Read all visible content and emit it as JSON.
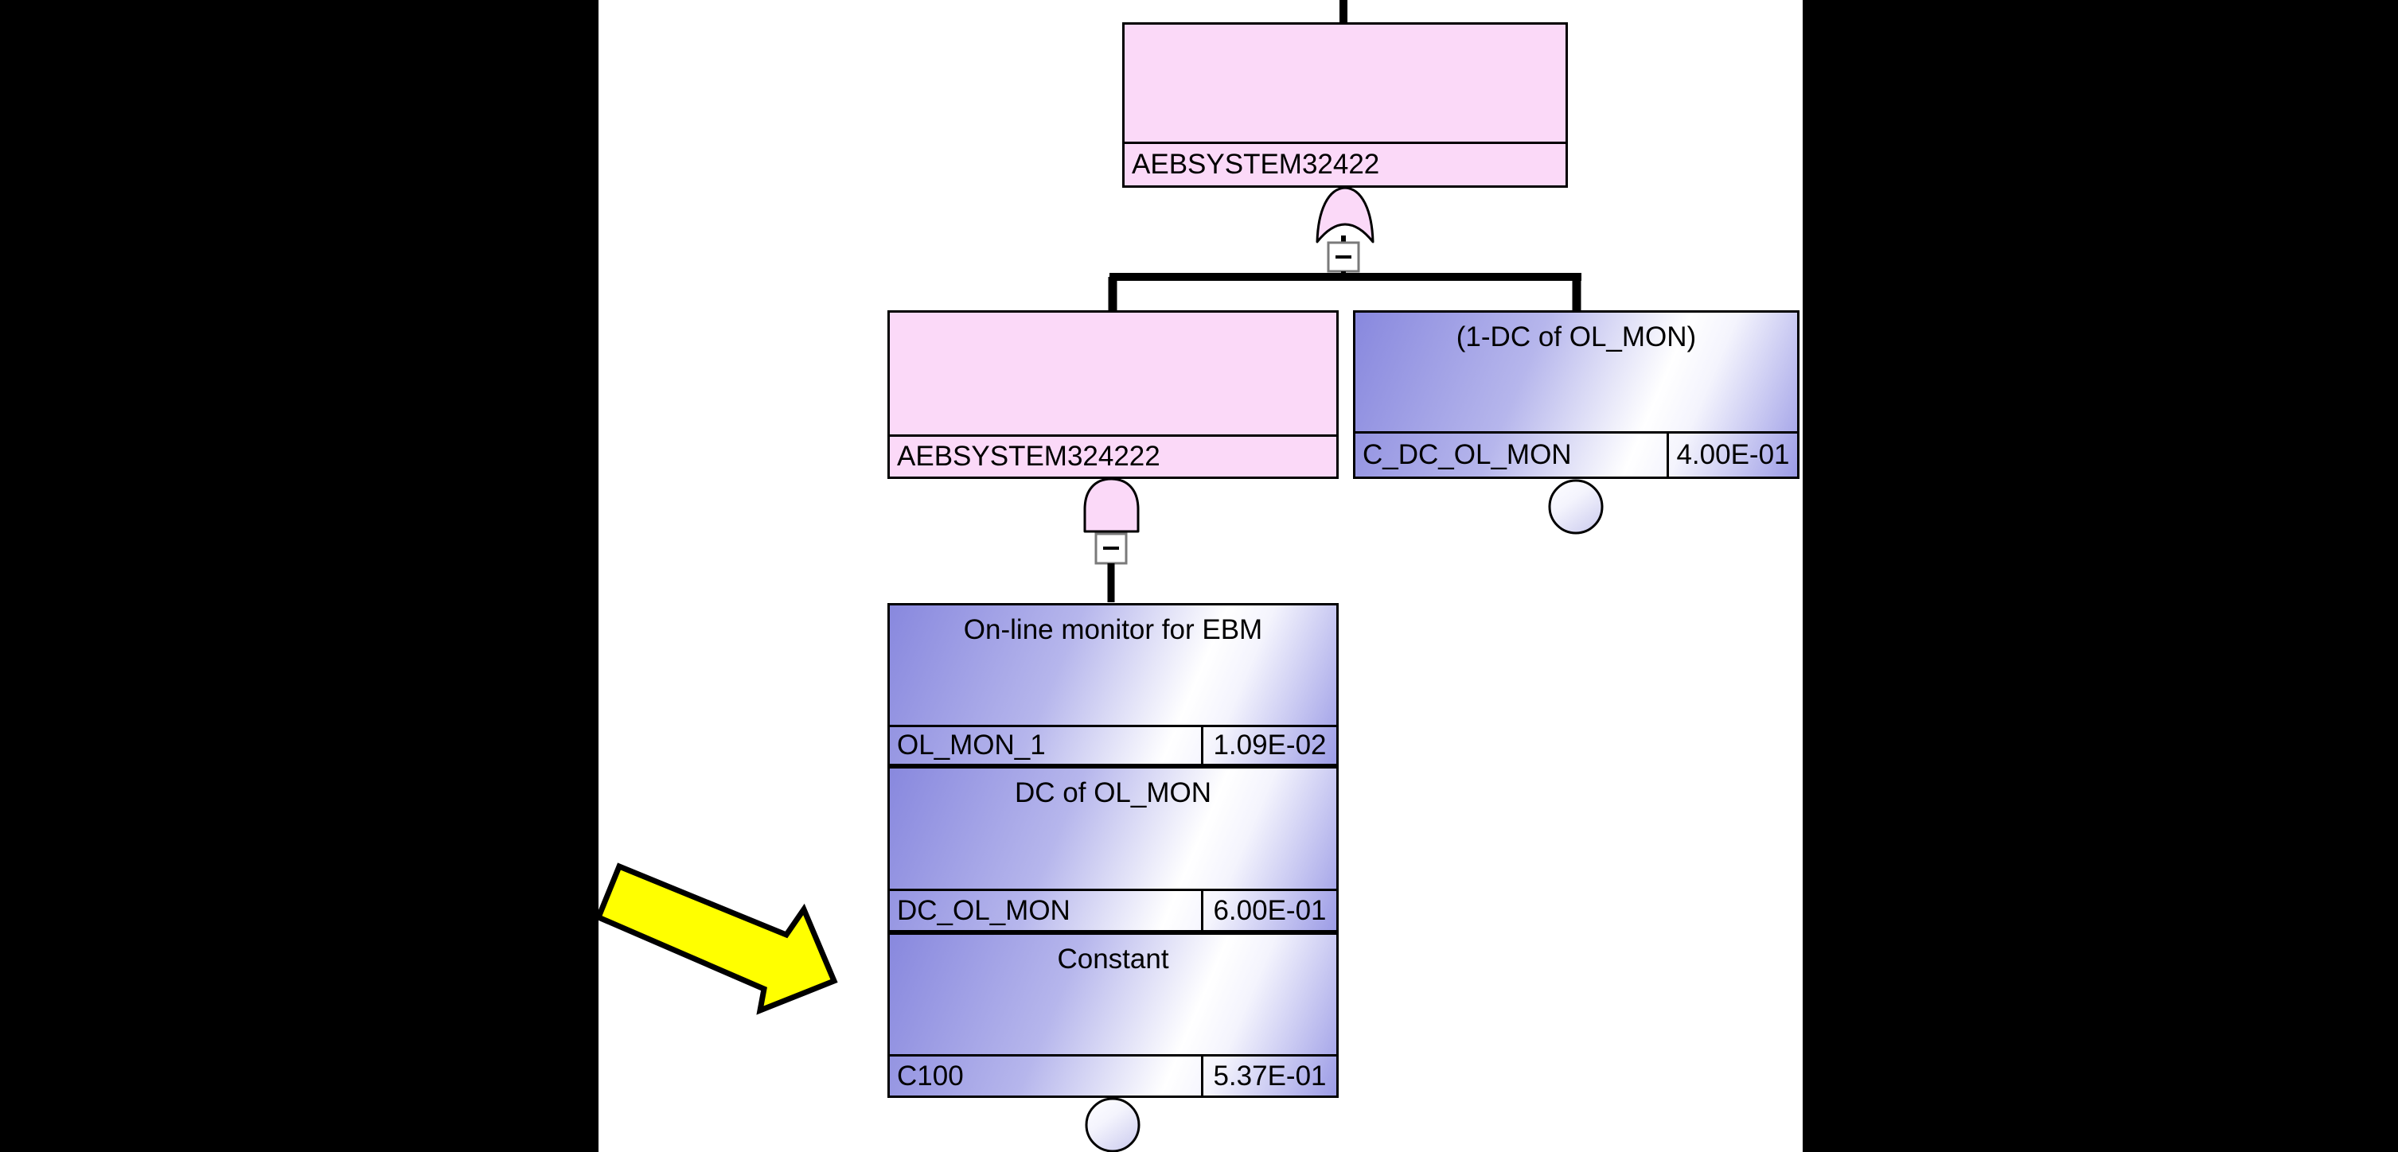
{
  "colors": {
    "side_background": "#000000",
    "panel_background": "#ffffff",
    "event_pink": "#fbd9f8",
    "event_blue_dark": "#8888de",
    "event_blue_light": "#ffffff",
    "arrow_yellow": "#ffff00",
    "line_black": "#000000"
  },
  "tree": {
    "top_gate": {
      "label": "AEBSYSTEM32422",
      "gate_icon": "or-gate-icon",
      "collapse_icon": "minus-icon"
    },
    "intermediate_gate": {
      "label": "AEBSYSTEM324222",
      "gate_icon": "and-gate-icon",
      "collapse_icon": "minus-icon"
    },
    "complement_event": {
      "title": "(1-DC of OL_MON)",
      "label": "C_DC_OL_MON",
      "value": "4.00E-01",
      "symbol_icon": "basic-event-circle"
    },
    "stack": [
      {
        "title": "On-line monitor for EBM",
        "label": "OL_MON_1",
        "value": "1.09E-02"
      },
      {
        "title": "DC of OL_MON",
        "label": "DC_OL_MON",
        "value": "6.00E-01"
      },
      {
        "title": "Constant",
        "label": "C100",
        "value": "5.37E-01",
        "symbol_icon": "basic-event-circle"
      }
    ]
  },
  "annotation": {
    "shape": "block-arrow",
    "direction": "down-right",
    "fill": "#ffff00"
  }
}
